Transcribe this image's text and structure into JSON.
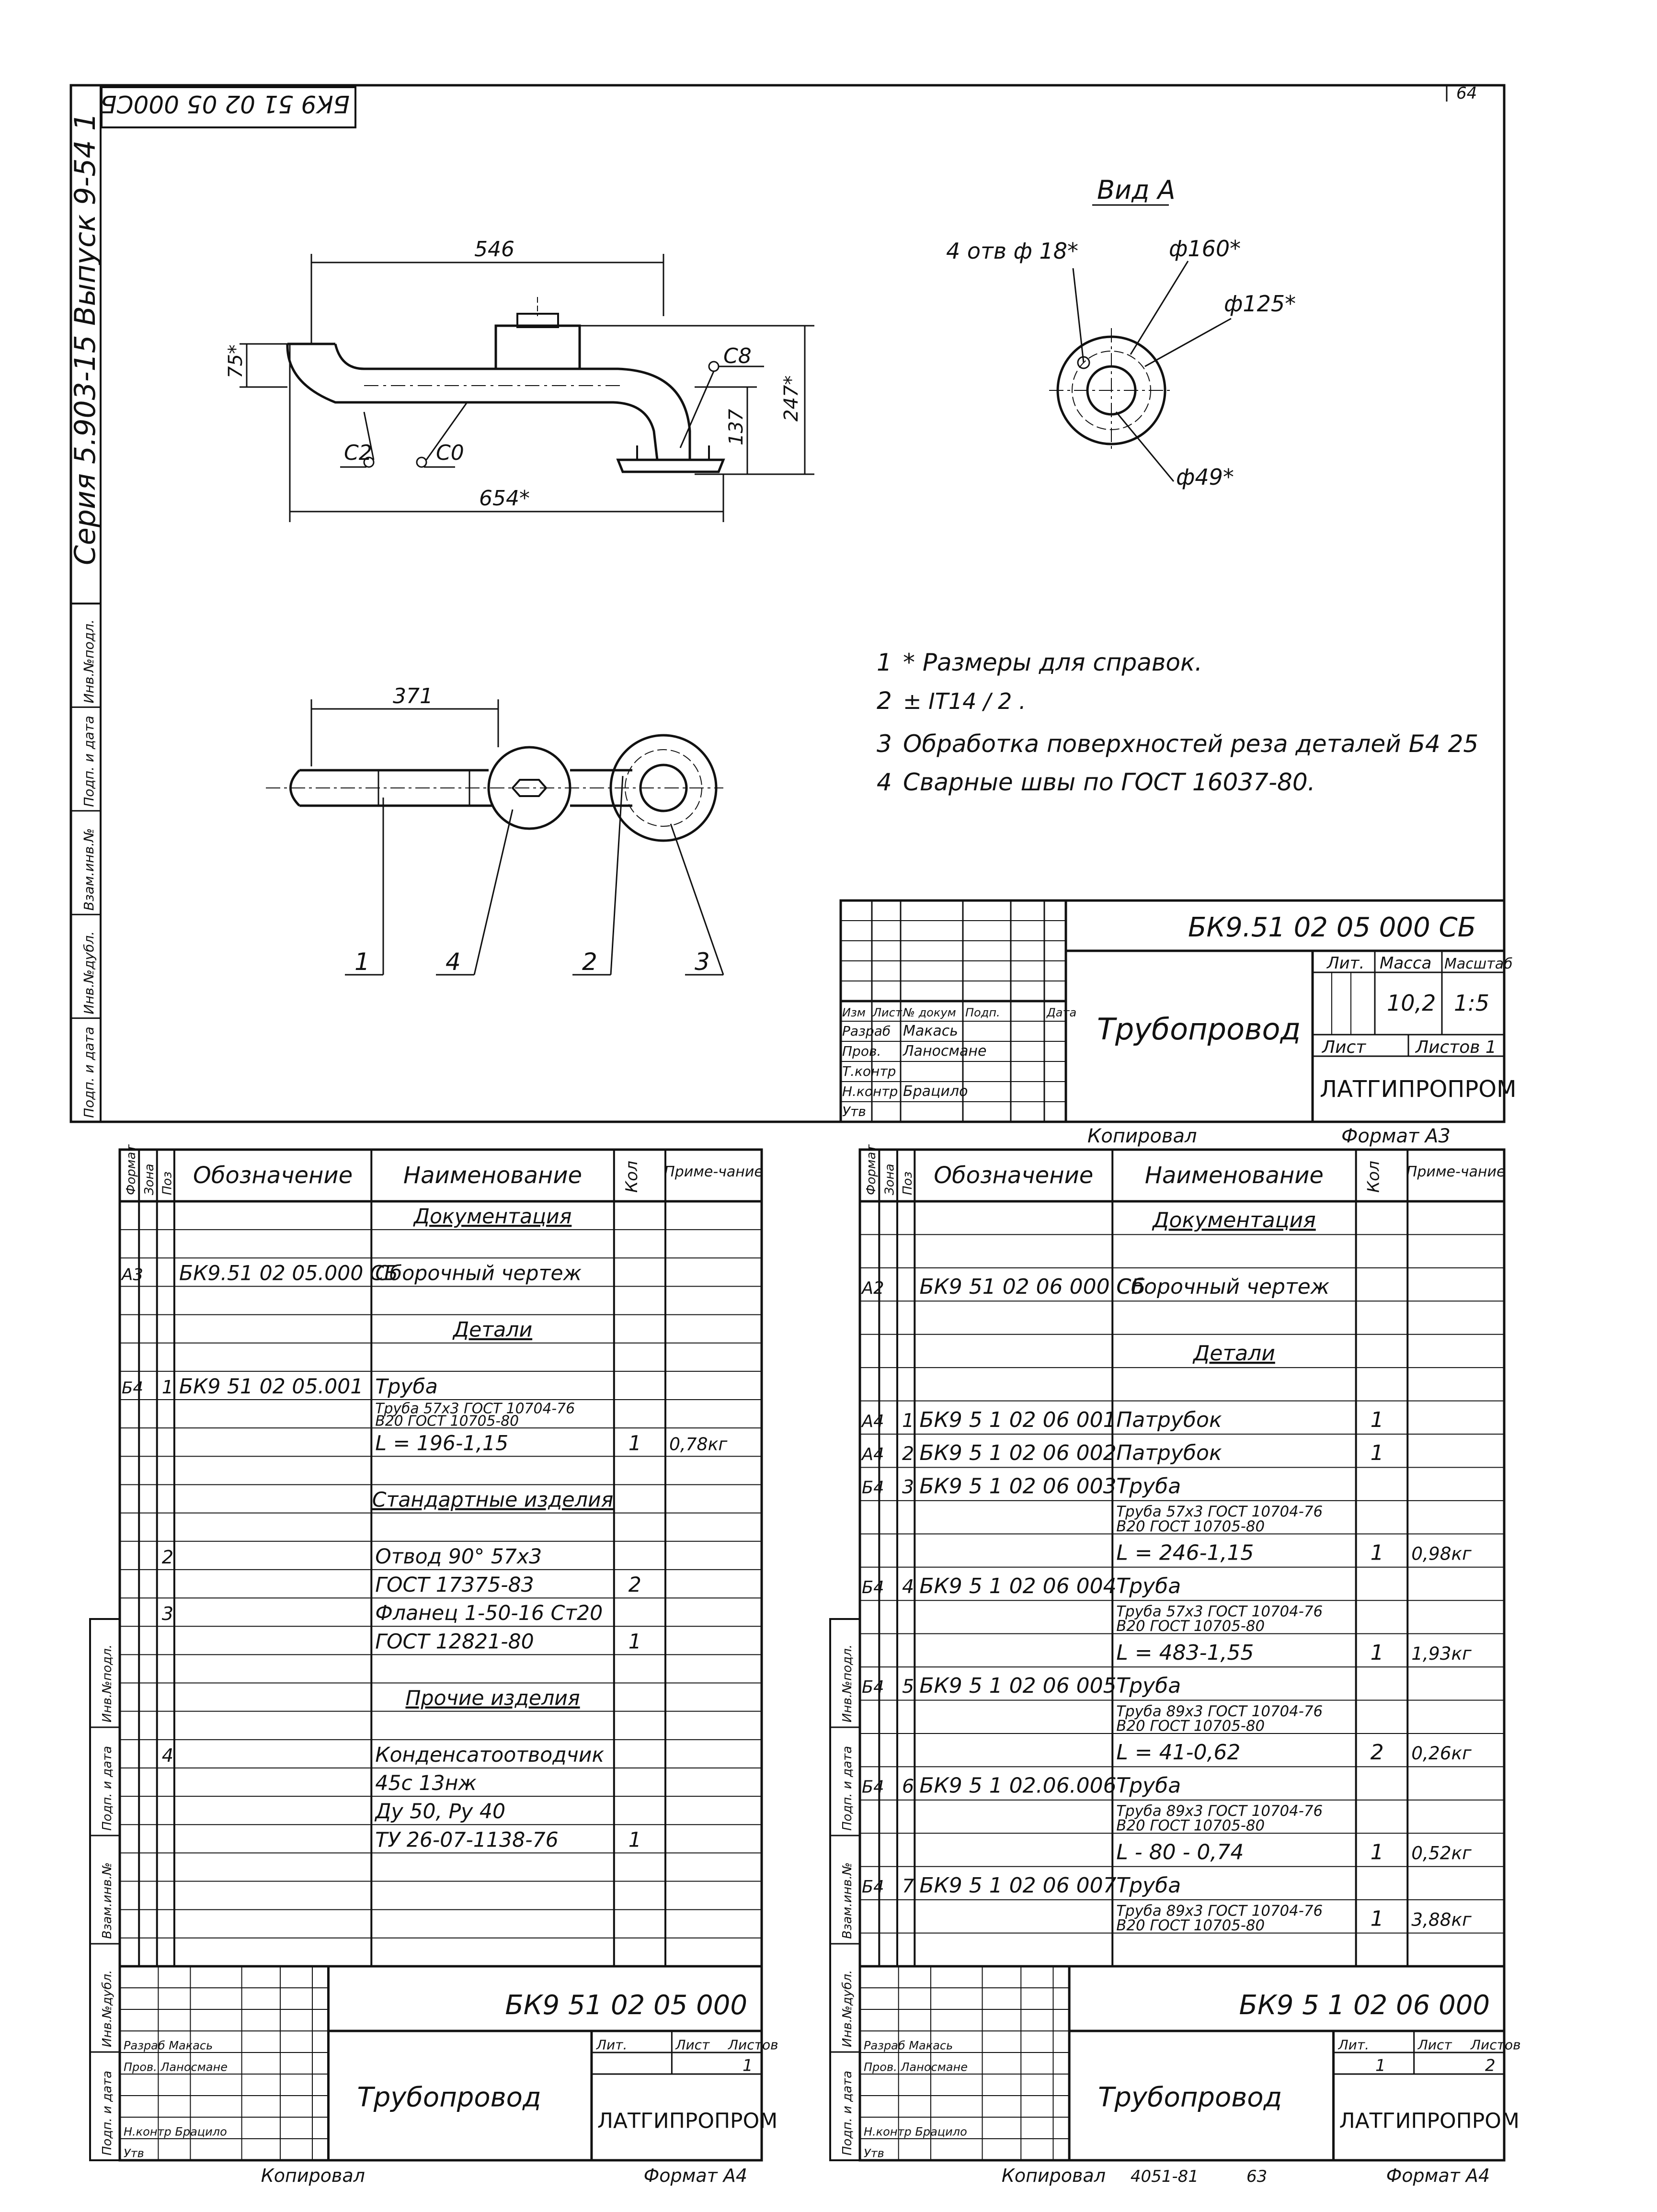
{
  "sheet": {
    "page_number": "64",
    "rotated_code": "БК9 51 02 05 000СБ",
    "series_label": "Серия 5.903-15   Выпуск 9-54 1",
    "side_stamps_top": [
      "Инв.№подл.",
      "Подп. и дата",
      "Взам.инв.№",
      "Инв.№дубл.",
      "Подп. и дата"
    ],
    "side_stamps_bottom": [
      "Инв.№подл.",
      "Подп. и дата",
      "Взам.инв.№",
      "Инв.№дубл.",
      "Подп. и дата"
    ]
  },
  "drawing": {
    "dims": {
      "d546": "546",
      "d654": "654*",
      "d75": "75*",
      "d137": "137",
      "d247": "247*",
      "d371": "371"
    },
    "weld_labels": {
      "c2": "C2",
      "c0": "C0",
      "c8": "C8"
    },
    "view_a": {
      "title": "Вид А",
      "holes": "4 отв ф 18*",
      "d160": "ф160*",
      "d125": "ф125*",
      "d49": "ф49*"
    },
    "callouts": [
      "1",
      "4",
      "2",
      "3"
    ],
    "notes": [
      {
        "num": "1",
        "text": "* Размеры для справок."
      },
      {
        "num": "2",
        "text": "± IT14 / 2 ."
      },
      {
        "num": "3",
        "text": "Обработка поверхностей реза деталей Б4 25"
      },
      {
        "num": "4",
        "text": "Сварные швы по ГОСТ 16037-80."
      }
    ]
  },
  "main_stamp": {
    "code": "БК9.51 02 05 000 СБ",
    "title": "Трубопровод",
    "role_headers": [
      "Изм",
      "Лист",
      "№ докум",
      "Подп.",
      "Дата"
    ],
    "rows": [
      {
        "role": "Разраб",
        "name": "Макась"
      },
      {
        "role": "Пров.",
        "name": "Ланосмане"
      },
      {
        "role": "Т.контр",
        "name": ""
      },
      {
        "role": "Н.контр",
        "name": "Брацило"
      },
      {
        "role": "Утв",
        "name": ""
      }
    ],
    "lit_header": "Лит.",
    "mass_header": "Масса",
    "scale_header": "Масштаб",
    "mass": "10,2",
    "scale": "1:5",
    "sheet_label": "Лист",
    "sheets_label": "Листов 1",
    "org": "ЛАТГИПРОПРОМ",
    "copied": "Копировал",
    "format": "Формат А3"
  },
  "spec_headers": {
    "format": "Формат",
    "zone": "Зона",
    "pos": "Поз",
    "designation": "Обозначение",
    "name": "Наименование",
    "qty": "Кол",
    "note": "Приме-чание"
  },
  "spec_left": {
    "rows": [
      {
        "f": "",
        "z": "",
        "p": "",
        "d": "",
        "n": "Документация",
        "q": "",
        "nt": "",
        "h": true
      },
      {
        "f": "",
        "z": "",
        "p": "",
        "d": "",
        "n": "",
        "q": "",
        "nt": ""
      },
      {
        "f": "А3",
        "z": "",
        "p": "",
        "d": "БК9.51 02 05.000 СБ",
        "n": "Сборочный чертеж",
        "q": "",
        "nt": ""
      },
      {
        "f": "",
        "z": "",
        "p": "",
        "d": "",
        "n": "",
        "q": "",
        "nt": ""
      },
      {
        "f": "",
        "z": "",
        "p": "",
        "d": "",
        "n": "Детали",
        "q": "",
        "nt": "",
        "h": true
      },
      {
        "f": "",
        "z": "",
        "p": "",
        "d": "",
        "n": "",
        "q": "",
        "nt": ""
      },
      {
        "f": "Б4",
        "z": "",
        "p": "1",
        "d": "БК9 51 02 05.001",
        "n": "Труба",
        "q": "",
        "nt": ""
      },
      {
        "f": "",
        "z": "",
        "p": "",
        "d": "",
        "n": "Труба 57х3 ГОСТ 10704-76 / В20 ГОСТ 10705-80",
        "q": "",
        "nt": ""
      },
      {
        "f": "",
        "z": "",
        "p": "",
        "d": "",
        "n": "L = 196-1,15",
        "q": "1",
        "nt": "0,78кг"
      },
      {
        "f": "",
        "z": "",
        "p": "",
        "d": "",
        "n": "",
        "q": "",
        "nt": ""
      },
      {
        "f": "",
        "z": "",
        "p": "",
        "d": "",
        "n": "Стандартные изделия",
        "q": "",
        "nt": "",
        "h": true
      },
      {
        "f": "",
        "z": "",
        "p": "",
        "d": "",
        "n": "",
        "q": "",
        "nt": ""
      },
      {
        "f": "",
        "z": "",
        "p": "2",
        "d": "",
        "n": "Отвод 90° 57х3",
        "q": "",
        "nt": ""
      },
      {
        "f": "",
        "z": "",
        "p": "",
        "d": "",
        "n": "ГОСТ 17375-83",
        "q": "2",
        "nt": ""
      },
      {
        "f": "",
        "z": "",
        "p": "3",
        "d": "",
        "n": "Фланец 1-50-16 Ст20",
        "q": "",
        "nt": ""
      },
      {
        "f": "",
        "z": "",
        "p": "",
        "d": "",
        "n": "ГОСТ 12821-80",
        "q": "1",
        "nt": ""
      },
      {
        "f": "",
        "z": "",
        "p": "",
        "d": "",
        "n": "",
        "q": "",
        "nt": ""
      },
      {
        "f": "",
        "z": "",
        "p": "",
        "d": "",
        "n": "Прочие изделия",
        "q": "",
        "nt": "",
        "h": true
      },
      {
        "f": "",
        "z": "",
        "p": "",
        "d": "",
        "n": "",
        "q": "",
        "nt": ""
      },
      {
        "f": "",
        "z": "",
        "p": "4",
        "d": "",
        "n": "Конденсатоотводчик",
        "q": "",
        "nt": ""
      },
      {
        "f": "",
        "z": "",
        "p": "",
        "d": "",
        "n": "45с 13нж",
        "q": "",
        "nt": ""
      },
      {
        "f": "",
        "z": "",
        "p": "",
        "d": "",
        "n": "Ду 50, Ру 40",
        "q": "",
        "nt": ""
      },
      {
        "f": "",
        "z": "",
        "p": "",
        "d": "",
        "n": "ТУ 26-07-1138-76",
        "q": "1",
        "nt": ""
      },
      {
        "f": "",
        "z": "",
        "p": "",
        "d": "",
        "n": "",
        "q": "",
        "nt": ""
      },
      {
        "f": "",
        "z": "",
        "p": "",
        "d": "",
        "n": "",
        "q": "",
        "nt": ""
      },
      {
        "f": "",
        "z": "",
        "p": "",
        "d": "",
        "n": "",
        "q": "",
        "nt": ""
      },
      {
        "f": "",
        "z": "",
        "p": "",
        "d": "",
        "n": "",
        "q": "",
        "nt": ""
      }
    ],
    "stamp": {
      "code": "БК9 51 02 05 000",
      "title": "Трубопровод",
      "rows": [
        "Разраб  Макась",
        "Пров.  Ланосмане",
        "",
        "Н.контр  Брацило",
        "Утв"
      ],
      "lit": "Лит.",
      "sheet": "Лист",
      "sheets": "Листов",
      "sheets_val": "1",
      "org": "ЛАТГИПРОПРОМ",
      "copied": "Копировал",
      "format": "Формат А4"
    }
  },
  "spec_right": {
    "rows": [
      {
        "f": "",
        "z": "",
        "p": "",
        "d": "",
        "n": "Документация",
        "q": "",
        "nt": "",
        "h": true
      },
      {
        "f": "",
        "z": "",
        "p": "",
        "d": "",
        "n": "",
        "q": "",
        "nt": ""
      },
      {
        "f": "А2",
        "z": "",
        "p": "",
        "d": "БК9 51 02 06 000 СБ",
        "n": "Сборочный чертеж",
        "q": "",
        "nt": ""
      },
      {
        "f": "",
        "z": "",
        "p": "",
        "d": "",
        "n": "",
        "q": "",
        "nt": ""
      },
      {
        "f": "",
        "z": "",
        "p": "",
        "d": "",
        "n": "Детали",
        "q": "",
        "nt": "",
        "h": true
      },
      {
        "f": "",
        "z": "",
        "p": "",
        "d": "",
        "n": "",
        "q": "",
        "nt": ""
      },
      {
        "f": "А4",
        "z": "",
        "p": "1",
        "d": "БК9 5 1 02 06 001",
        "n": "Патрубок",
        "q": "1",
        "nt": ""
      },
      {
        "f": "А4",
        "z": "",
        "p": "2",
        "d": "БК9 5 1 02 06 002",
        "n": "Патрубок",
        "q": "1",
        "nt": ""
      },
      {
        "f": "Б4",
        "z": "",
        "p": "3",
        "d": "БК9 5 1 02 06 003",
        "n": "Труба",
        "q": "",
        "nt": ""
      },
      {
        "f": "",
        "z": "",
        "p": "",
        "d": "",
        "n": "Труба 57х3 ГОСТ 10704-76 / В20 ГОСТ 10705-80",
        "q": "",
        "nt": ""
      },
      {
        "f": "",
        "z": "",
        "p": "",
        "d": "",
        "n": "L = 246-1,15",
        "q": "1",
        "nt": "0,98кг"
      },
      {
        "f": "Б4",
        "z": "",
        "p": "4",
        "d": "БК9 5 1 02 06 004",
        "n": "Труба",
        "q": "",
        "nt": ""
      },
      {
        "f": "",
        "z": "",
        "p": "",
        "d": "",
        "n": "Труба 57х3 ГОСТ 10704-76 / В20 ГОСТ 10705-80",
        "q": "",
        "nt": ""
      },
      {
        "f": "",
        "z": "",
        "p": "",
        "d": "",
        "n": "L = 483-1,55",
        "q": "1",
        "nt": "1,93кг"
      },
      {
        "f": "Б4",
        "z": "",
        "p": "5",
        "d": "БК9 5 1 02 06 005",
        "n": "Труба",
        "q": "",
        "nt": ""
      },
      {
        "f": "",
        "z": "",
        "p": "",
        "d": "",
        "n": "Труба 89х3 ГОСТ 10704-76 / В20 ГОСТ 10705-80",
        "q": "",
        "nt": ""
      },
      {
        "f": "",
        "z": "",
        "p": "",
        "d": "",
        "n": "L = 41-0,62",
        "q": "2",
        "nt": "0,26кг"
      },
      {
        "f": "Б4",
        "z": "",
        "p": "6",
        "d": "БК9 5 1 02.06.006",
        "n": "Труба",
        "q": "",
        "nt": ""
      },
      {
        "f": "",
        "z": "",
        "p": "",
        "d": "",
        "n": "Труба 89х3 ГОСТ 10704-76 / В20 ГОСТ 10705-80",
        "q": "",
        "nt": ""
      },
      {
        "f": "",
        "z": "",
        "p": "",
        "d": "",
        "n": "L - 80 - 0,74",
        "q": "1",
        "nt": "0,52кг"
      },
      {
        "f": "Б4",
        "z": "",
        "p": "7",
        "d": "БК9 5 1 02 06 007",
        "n": "Труба",
        "q": "",
        "nt": ""
      },
      {
        "f": "",
        "z": "",
        "p": "",
        "d": "",
        "n": "Труба 89х3 ГОСТ 10704-76 / В20 ГОСТ 10705-80",
        "q": "1",
        "nt": "3,88кг"
      },
      {
        "f": "",
        "z": "",
        "p": "",
        "d": "",
        "n": "",
        "q": "",
        "nt": ""
      }
    ],
    "stamp": {
      "code": "БК9 5 1 02 06 000",
      "title": "Трубопровод",
      "rows": [
        "Разраб  Макась",
        "Пров.  Ланосмане",
        "",
        "Н.контр  Брацило",
        "Утв"
      ],
      "lit": "Лит.",
      "sheet": "Лист",
      "sheets": "Листов",
      "sheet_val": "1",
      "sheets_val": "2",
      "org": "ЛАТГИПРОПРОМ",
      "copied": "Копировал",
      "copy_code": "4051-81",
      "copy_page": "63",
      "format": "Формат А4"
    }
  }
}
